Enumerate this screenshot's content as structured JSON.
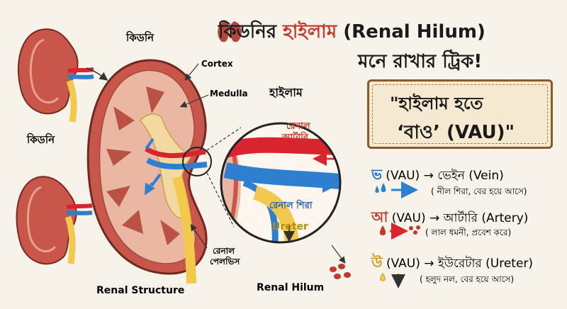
{
  "title": {
    "part1": "কিডনির ",
    "part2": "হাইলাম",
    "part3": " (Renal Hilum)",
    "line2": "মনে রাখার ট্রিক!"
  },
  "labels": {
    "kidney_top": "কিডনি",
    "kidney_left": "কিডনি",
    "cortex": "Cortex",
    "medulla": "Medulla",
    "hilum": "হাইলাম",
    "renal_artery": "রেনাল\nআর্টারি",
    "renal_vein": "রেনাল শিরা",
    "ureter": "Ureter",
    "renal_pelvis": "রেনাল\nপেলভিস",
    "renal_structure": "Renal Structure",
    "renal_hilum": "Renal Hilum"
  },
  "trick": {
    "line1": "\"হাইলাম হতে",
    "line2": "‘বাও’ (VAU)\""
  },
  "mnemonic": [
    {
      "letter": "ভ",
      "color": "#1f6fc5",
      "code": " (VAU) ",
      "arrow": "→",
      "meaning": " ভেইন (Vein)",
      "note": "( নীল শিরা, বের হয়ে আসে)",
      "icon": "blue-drop-icon"
    },
    {
      "letter": "আ",
      "color": "#c0392b",
      "code": " (VAU) ",
      "arrow": "→",
      "meaning": " আর্টারি (Artery)",
      "note": "( লাল ধমনী, প্রবেশ করে)",
      "icon": "red-drop-icon"
    },
    {
      "letter": "উ",
      "color": "#c99a17",
      "code": " (VAU) ",
      "arrow": "→",
      "meaning": " ইউরেটার (Ureter)",
      "note": "( হলুদ নল, বের হয়ে আসে)",
      "icon": "yellow-drop-icon"
    }
  ],
  "colors": {
    "artery": "#d9232e",
    "vein": "#2f7fd1",
    "ureter": "#f2c94c",
    "kidney": "#c9564a",
    "cortex": "#e9b7a2",
    "pelvis": "#f3d8a0",
    "box_border": "#8b5a2b"
  }
}
